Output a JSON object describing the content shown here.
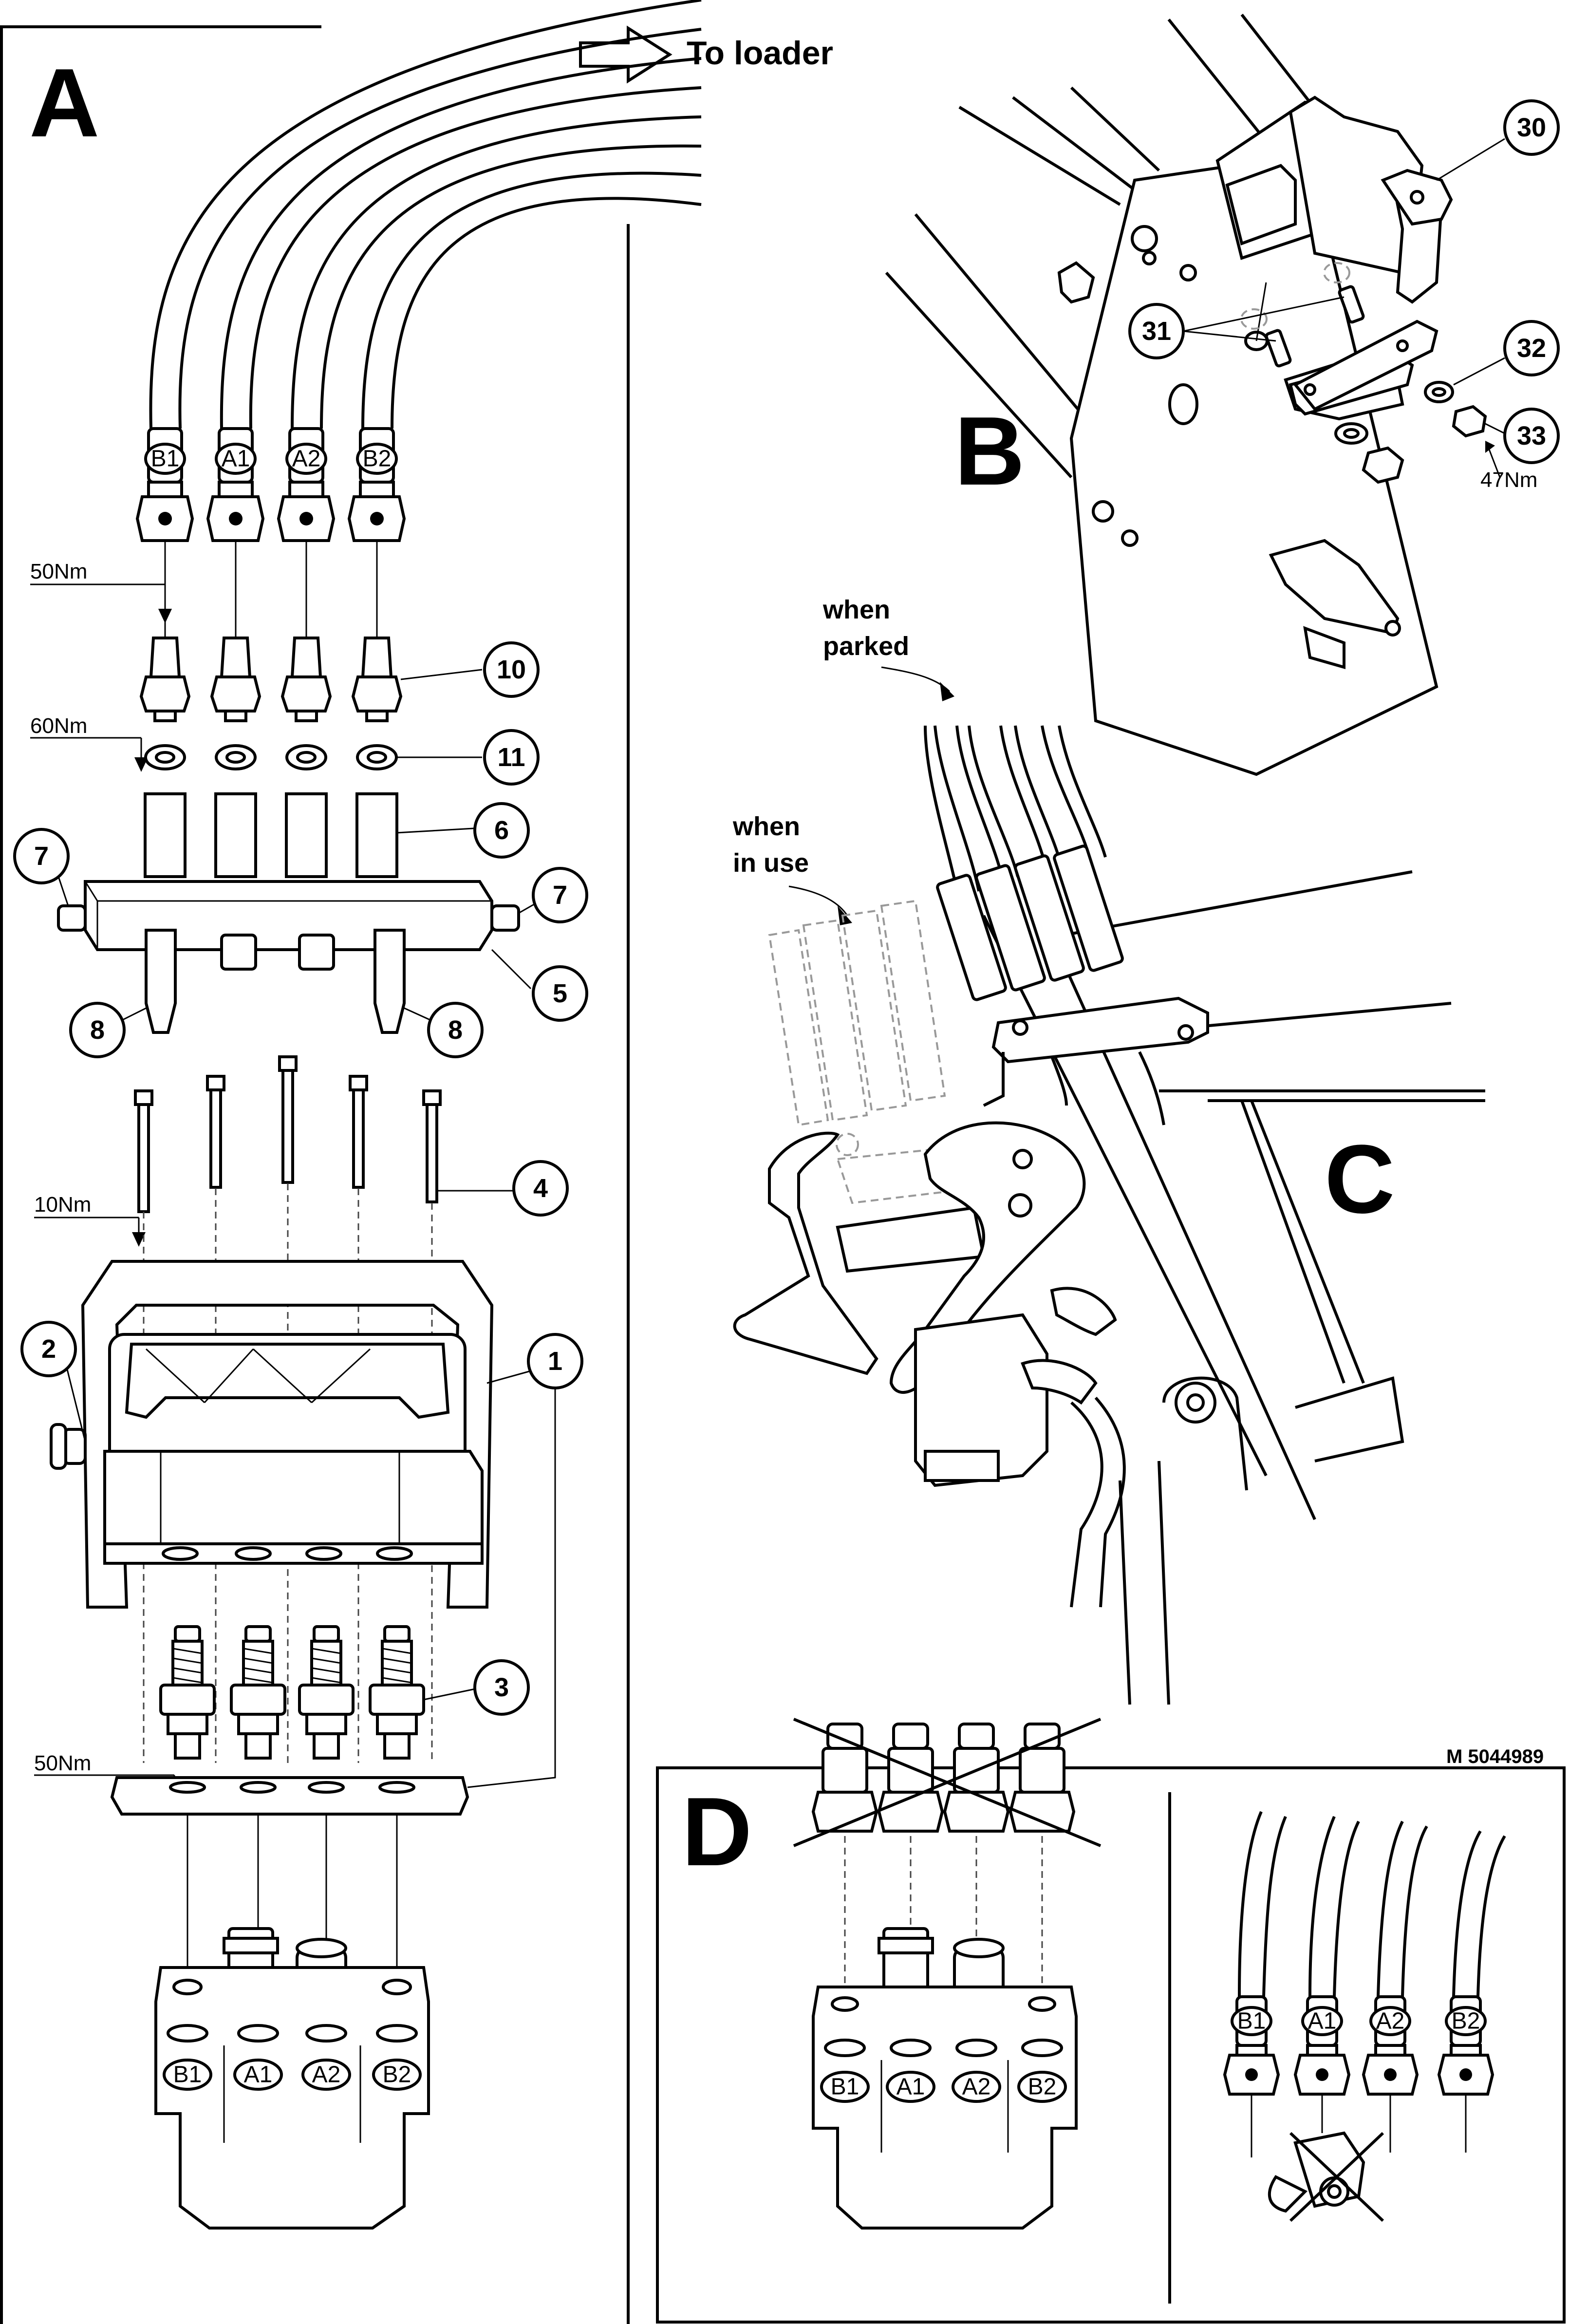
{
  "panels": {
    "a": "A",
    "b": "B",
    "c": "C",
    "d": "D"
  },
  "direction_label": "To loader",
  "doc_code": "M 5044989",
  "notes": {
    "when_parked_1": "when",
    "when_parked_2": "parked",
    "when_in_use_1": "when",
    "when_in_use_2": "in use"
  },
  "torques": {
    "hose_nut": "50Nm",
    "adapter": "60Nm",
    "bolts": "10Nm",
    "couplers": "50Nm",
    "nut_33": "47Nm"
  },
  "ports": [
    "B1",
    "A1",
    "A2",
    "B2"
  ],
  "callouts": [
    "1",
    "2",
    "3",
    "4",
    "5",
    "6",
    "7",
    "8",
    "10",
    "11",
    "30",
    "31",
    "32",
    "33"
  ]
}
